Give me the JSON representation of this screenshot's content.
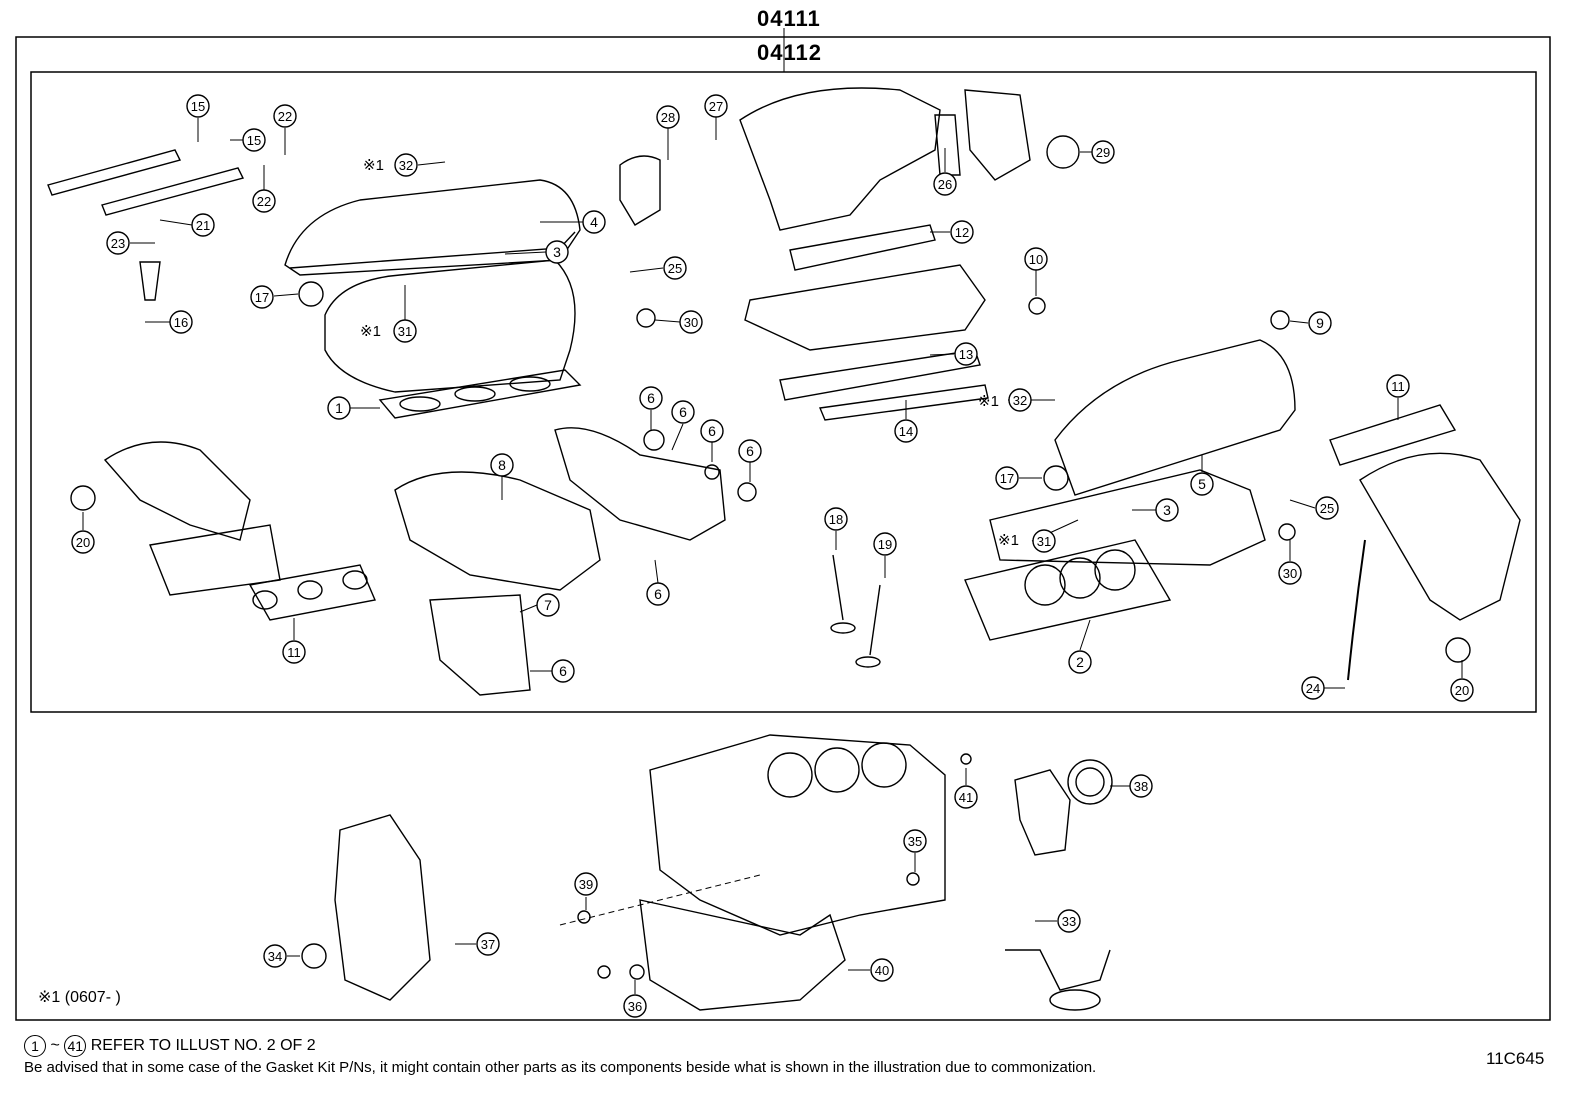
{
  "header": {
    "outer_code": "04111",
    "inner_code": "04112"
  },
  "footer": {
    "range_start": "1",
    "range_sep": "~",
    "range_end": "41",
    "refer_text": "REFER TO ILLUST NO. 2 OF 2",
    "advisory": "Be advised that in some case of the Gasket Kit P/Ns,  it might contain other parts as its components beside what is shown in the illustration due to commonization.",
    "illustration_id": "11C645"
  },
  "note_mark": {
    "symbol": "※1",
    "range": "(0607-        )"
  },
  "callouts": [
    {
      "n": "15"
    },
    {
      "n": "15"
    },
    {
      "n": "22"
    },
    {
      "n": "22"
    },
    {
      "n": "21"
    },
    {
      "n": "23"
    },
    {
      "n": "16"
    },
    {
      "n": "32"
    },
    {
      "n": "4"
    },
    {
      "n": "3"
    },
    {
      "n": "17"
    },
    {
      "n": "31"
    },
    {
      "n": "1"
    },
    {
      "n": "28"
    },
    {
      "n": "27"
    },
    {
      "n": "26"
    },
    {
      "n": "29"
    },
    {
      "n": "12"
    },
    {
      "n": "25"
    },
    {
      "n": "30"
    },
    {
      "n": "10"
    },
    {
      "n": "13"
    },
    {
      "n": "14"
    },
    {
      "n": "9"
    },
    {
      "n": "32"
    },
    {
      "n": "11"
    },
    {
      "n": "6"
    },
    {
      "n": "6"
    },
    {
      "n": "6"
    },
    {
      "n": "6"
    },
    {
      "n": "8"
    },
    {
      "n": "6"
    },
    {
      "n": "7"
    },
    {
      "n": "6"
    },
    {
      "n": "20"
    },
    {
      "n": "11"
    },
    {
      "n": "18"
    },
    {
      "n": "19"
    },
    {
      "n": "17"
    },
    {
      "n": "5"
    },
    {
      "n": "3"
    },
    {
      "n": "31"
    },
    {
      "n": "25"
    },
    {
      "n": "30"
    },
    {
      "n": "2"
    },
    {
      "n": "24"
    },
    {
      "n": "20"
    },
    {
      "n": "41"
    },
    {
      "n": "38"
    },
    {
      "n": "35"
    },
    {
      "n": "39"
    },
    {
      "n": "33"
    },
    {
      "n": "34"
    },
    {
      "n": "37"
    },
    {
      "n": "40"
    },
    {
      "n": "36"
    }
  ],
  "star_marks": [
    {
      "text": "※1"
    },
    {
      "text": "※1"
    },
    {
      "text": "※1"
    },
    {
      "text": "※1"
    }
  ]
}
